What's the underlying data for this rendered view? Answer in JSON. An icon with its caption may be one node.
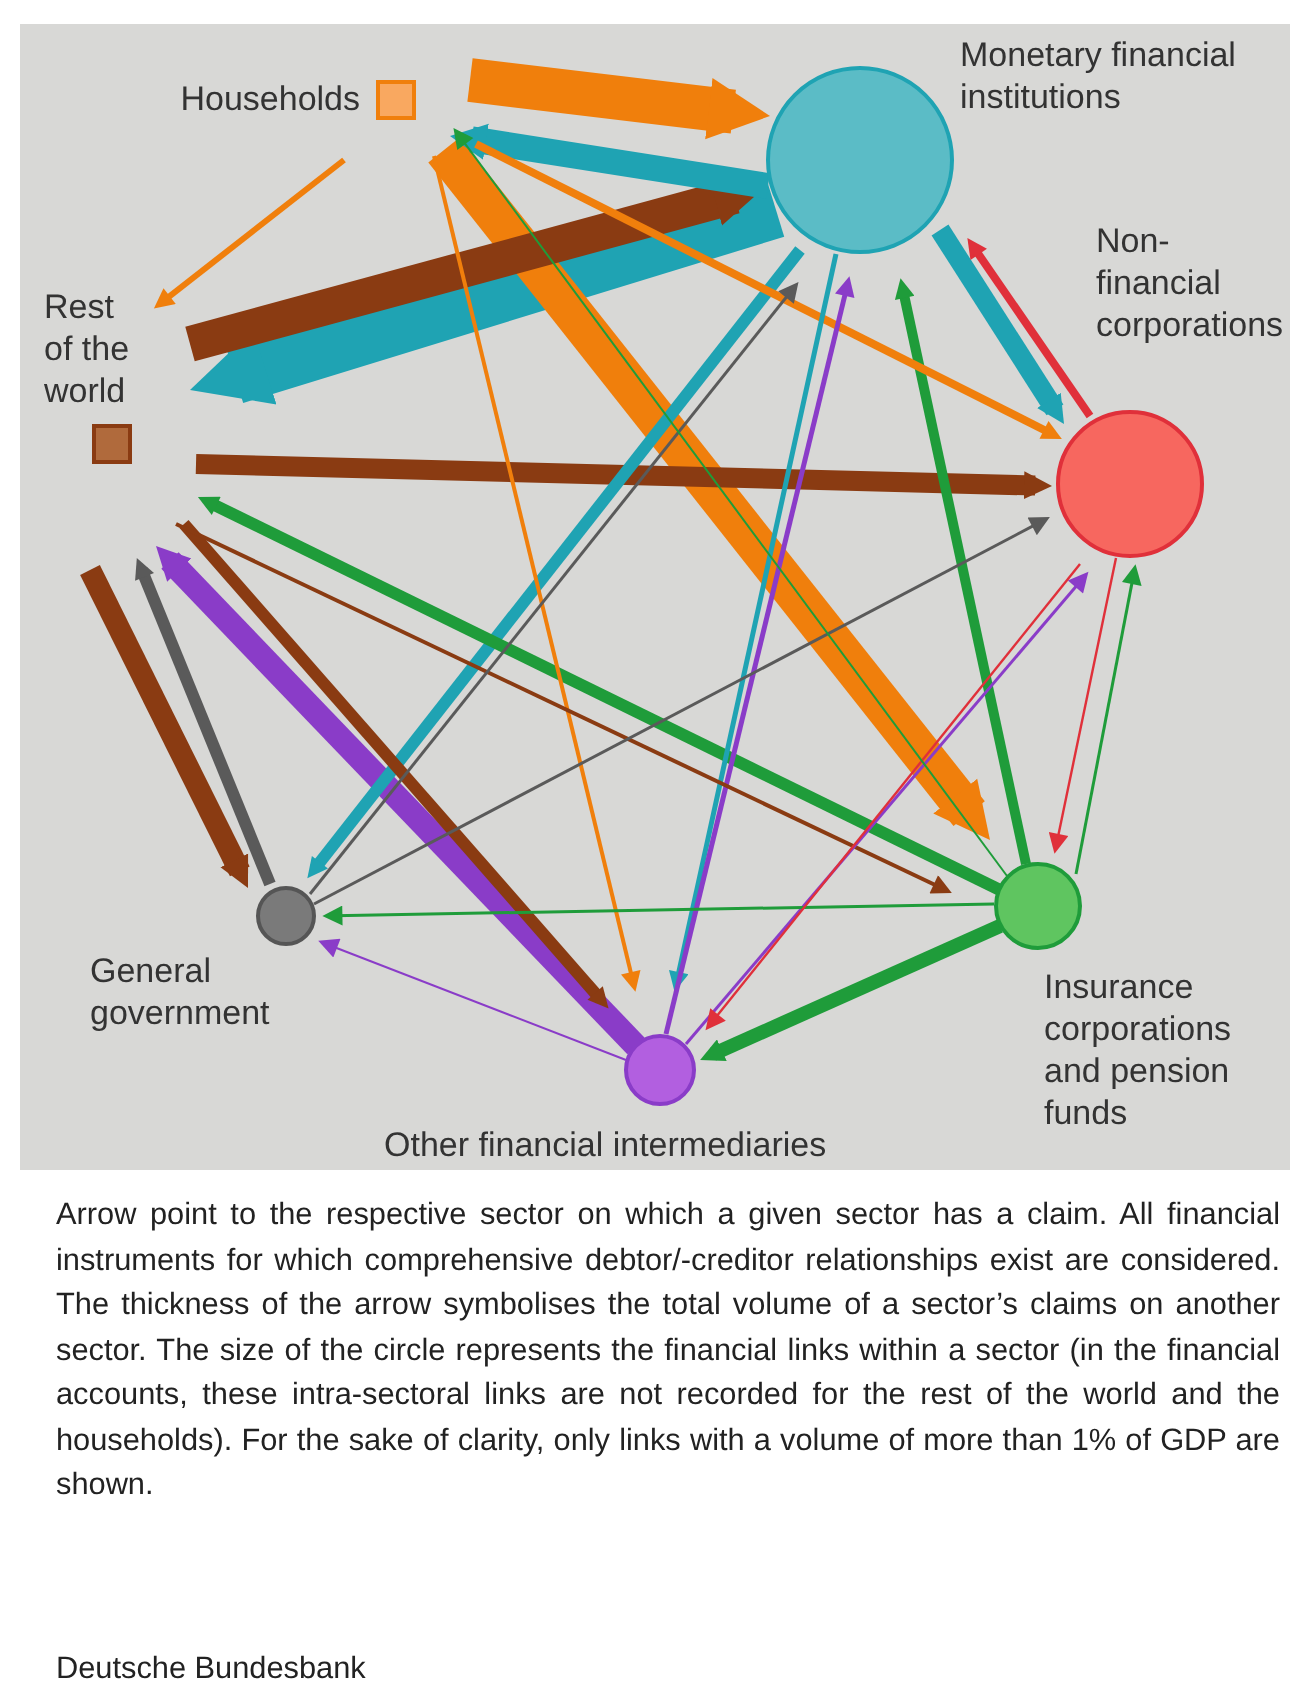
{
  "diagram": {
    "caption": "Arrow point to the respective sector on which a given sector has a claim. All financial instruments for which comprehensive debtor/-creditor relationships exist are considered. The thickness of the arrow symbolises the total volume of a sector’s claims on another sector. The size of the circle represents the financial links within a sector (in the financial accounts, these intra-sectoral links are not recorded for the rest of the world and the households). For the sake of clarity, only links with a volume of more than 1% of GDP are shown.",
    "nodes": [
      {
        "text": [],
        "shape": "box",
        "beside": [
          "Households"
        ]
      },
      {
        "text": [],
        "shape": "circle",
        "beside": [
          "Monetary financial institutions"
        ]
      },
      {
        "text": [],
        "shape": "box",
        "beside": [
          "Rest of the world"
        ]
      },
      {
        "text": [],
        "shape": "circle",
        "beside": [
          "Non-financial corporations"
        ]
      },
      {
        "text": [],
        "shape": "circle",
        "beside": [
          "General government"
        ]
      },
      {
        "text": [],
        "shape": "circle",
        "beside": [
          "Insurance corporations and pension funds"
        ]
      },
      {
        "text": [],
        "shape": "circle",
        "beside": [
          "Other financial intermediaries"
        ]
      }
    ],
    "edges": [
      {
        "from": 0,
        "to": 2,
        "arrow": "to",
        "color": "#f07f0c"
      },
      {
        "from": 0,
        "to": 1,
        "arrow": "to",
        "style": "thick",
        "color": "#f07f0c"
      },
      {
        "from": 0,
        "to": 3,
        "arrow": "to",
        "color": "#f07f0c"
      },
      {
        "from": 0,
        "to": 5,
        "arrow": "to",
        "style": "thick",
        "color": "#f07f0c"
      },
      {
        "from": 0,
        "to": 6,
        "arrow": "to",
        "color": "#f07f0c"
      },
      {
        "from": 1,
        "to": 0,
        "arrow": "to",
        "style": "thick",
        "color": "#1fa3b3"
      },
      {
        "from": 1,
        "to": 2,
        "arrow": "to",
        "style": "thick",
        "color": "#1fa3b3"
      },
      {
        "from": 1,
        "to": 3,
        "arrow": "to",
        "style": "thick",
        "color": "#1fa3b3"
      },
      {
        "from": 1,
        "to": 4,
        "arrow": "to",
        "color": "#1fa3b3"
      },
      {
        "from": 1,
        "to": 6,
        "arrow": "to",
        "color": "#1fa3b3"
      },
      {
        "from": 2,
        "to": 1,
        "arrow": "to",
        "style": "thick",
        "color": "#8a3b12"
      },
      {
        "from": 2,
        "to": 3,
        "arrow": "to",
        "style": "thick",
        "color": "#8a3b12"
      },
      {
        "from": 2,
        "to": 4,
        "arrow": "to",
        "style": "thick",
        "color": "#8a3b12"
      },
      {
        "from": 2,
        "to": 6,
        "arrow": "to",
        "color": "#8a3b12"
      },
      {
        "from": 2,
        "to": 5,
        "arrow": "to",
        "color": "#8a3b12"
      },
      {
        "from": 4,
        "to": 2,
        "arrow": "to",
        "color": "#5a5a5a"
      },
      {
        "from": 4,
        "to": 1,
        "arrow": "to",
        "color": "#5a5a5a"
      },
      {
        "from": 4,
        "to": 3,
        "arrow": "to",
        "color": "#5a5a5a"
      },
      {
        "from": 6,
        "to": 2,
        "arrow": "to",
        "style": "thick",
        "color": "#8a3cc8"
      },
      {
        "from": 6,
        "to": 1,
        "arrow": "to",
        "color": "#8a3cc8"
      },
      {
        "from": 6,
        "to": 3,
        "arrow": "to",
        "color": "#8a3cc8"
      },
      {
        "from": 6,
        "to": 4,
        "arrow": "to",
        "color": "#8a3cc8"
      },
      {
        "from": 5,
        "to": 2,
        "arrow": "to",
        "color": "#1f9c3a"
      },
      {
        "from": 5,
        "to": 1,
        "arrow": "to",
        "color": "#1f9c3a"
      },
      {
        "from": 5,
        "to": 6,
        "arrow": "to",
        "color": "#1f9c3a"
      },
      {
        "from": 5,
        "to": 4,
        "arrow": "to",
        "color": "#1f9c3a"
      },
      {
        "from": 5,
        "to": 3,
        "arrow": "to",
        "color": "#1f9c3a"
      },
      {
        "from": 5,
        "to": 0,
        "arrow": "to",
        "color": "#1f9c3a"
      },
      {
        "from": 3,
        "to": 1,
        "arrow": "to",
        "color": "#e0303a"
      },
      {
        "from": 3,
        "to": 5,
        "arrow": "to",
        "color": "#e0303a"
      },
      {
        "from": 3,
        "to": 6,
        "arrow": "to",
        "color": "#e0303a"
      }
    ],
    "labels": [
      "Deutsche Bundesbank"
    ]
  }
}
